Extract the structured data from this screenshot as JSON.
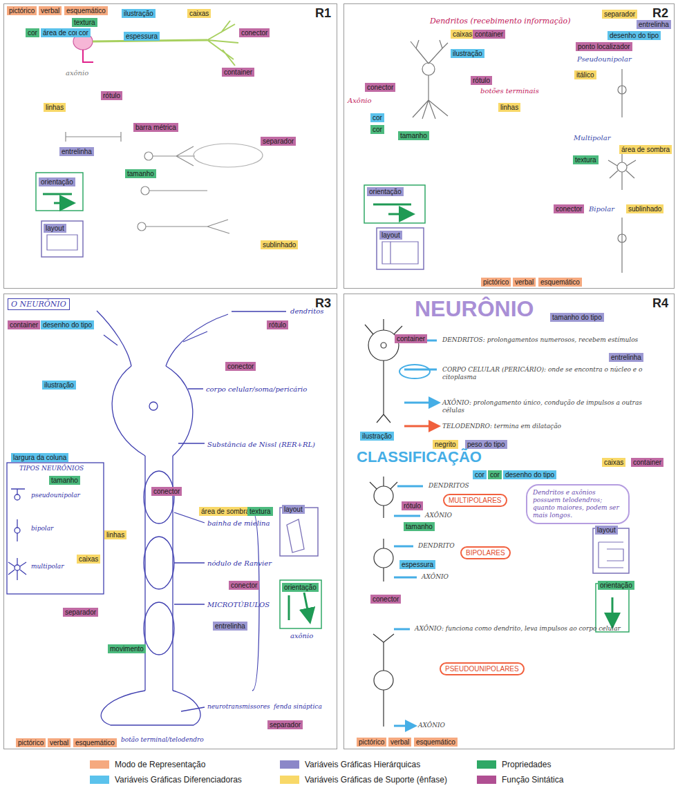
{
  "diagram": {
    "nodes": [
      {
        "text": [
          "R1"
        ]
      },
      {
        "text": [
          "pictórico"
        ],
        "in": 0
      },
      {
        "text": [
          "verbal"
        ],
        "in": 0
      },
      {
        "text": [
          "esquemático"
        ],
        "in": 0
      },
      {
        "text": [
          "textura"
        ],
        "in": 0
      },
      {
        "text": [
          "ilustração"
        ],
        "in": 0
      },
      {
        "text": [
          "caixas"
        ],
        "in": 0
      },
      {
        "text": [
          "cor"
        ],
        "in": 0
      },
      {
        "text": [
          "área de cor"
        ],
        "in": 0
      },
      {
        "text": [
          "cor"
        ],
        "in": 0
      },
      {
        "text": [
          "espessura"
        ],
        "in": 0
      },
      {
        "text": [
          "conector"
        ],
        "in": 0
      },
      {
        "text": [
          "container"
        ],
        "in": 0
      },
      {
        "text": [
          "rótulo"
        ],
        "in": 0
      },
      {
        "text": [
          "linhas"
        ],
        "in": 0
      },
      {
        "text": [
          "barra métrica"
        ],
        "in": 0
      },
      {
        "text": [
          "entrelinha"
        ],
        "in": 0
      },
      {
        "text": [
          "separador"
        ],
        "in": 0
      },
      {
        "text": [
          "tamanho"
        ],
        "in": 0
      },
      {
        "text": [
          "orientação"
        ],
        "in": 0
      },
      {
        "text": [
          "layout"
        ],
        "in": 0
      },
      {
        "text": [
          "sublinhado"
        ],
        "in": 0
      },
      {
        "text": [
          "R2"
        ]
      },
      {
        "text": [
          "separador"
        ],
        "in": 22
      },
      {
        "text": [
          "entrelinha"
        ],
        "in": 22
      },
      {
        "text": [
          "caixas"
        ],
        "in": 22
      },
      {
        "text": [
          "container"
        ],
        "in": 22
      },
      {
        "text": [
          "desenho do tipo"
        ],
        "in": 22
      },
      {
        "text": [
          "ponto localizador"
        ],
        "in": 22
      },
      {
        "text": [
          "ilustração"
        ],
        "in": 22
      },
      {
        "text": [
          "rótulo"
        ],
        "in": 22
      },
      {
        "text": [
          "itálico"
        ],
        "in": 22
      },
      {
        "text": [
          "conector"
        ],
        "in": 22
      },
      {
        "text": [
          "linhas"
        ],
        "in": 22
      },
      {
        "text": [
          "cor"
        ],
        "in": 22
      },
      {
        "text": [
          "cor"
        ],
        "in": 22
      },
      {
        "text": [
          "tamanho"
        ],
        "in": 22
      },
      {
        "text": [
          "área de sombra"
        ],
        "in": 22
      },
      {
        "text": [
          "textura"
        ],
        "in": 22
      },
      {
        "text": [
          "orientação"
        ],
        "in": 22
      },
      {
        "text": [
          "layout"
        ],
        "in": 22
      },
      {
        "text": [
          "conector"
        ],
        "in": 22
      },
      {
        "text": [
          "sublinhado"
        ],
        "in": 22
      },
      {
        "text": [
          "pictórico"
        ],
        "in": 22
      },
      {
        "text": [
          "verbal"
        ],
        "in": 22
      },
      {
        "text": [
          "esquemático"
        ],
        "in": 22
      },
      {
        "text": [
          "R3"
        ]
      },
      {
        "text": [
          "O NEURÔNIO"
        ],
        "in": 46
      },
      {
        "text": [
          "container"
        ],
        "in": 46
      },
      {
        "text": [
          "desenho do tipo"
        ],
        "in": 46
      },
      {
        "text": [
          "rótulo"
        ],
        "in": 46
      },
      {
        "text": [
          "ilustração"
        ],
        "in": 46
      },
      {
        "text": [
          "conector"
        ],
        "in": 46
      },
      {
        "text": [
          "largura da coluna"
        ],
        "in": 46
      },
      {
        "text": [
          "tamanho"
        ],
        "in": 46
      },
      {
        "text": [
          "conector"
        ],
        "in": 46
      },
      {
        "text": [
          "área de sombra"
        ],
        "in": 46
      },
      {
        "text": [
          "textura"
        ],
        "in": 46
      },
      {
        "text": [
          "layout"
        ],
        "in": 46
      },
      {
        "text": [
          "linhas"
        ],
        "in": 46
      },
      {
        "text": [
          "caixas"
        ],
        "in": 46
      },
      {
        "text": [
          "orientação"
        ],
        "in": 46
      },
      {
        "text": [
          "conector"
        ],
        "in": 46
      },
      {
        "text": [
          "separador"
        ],
        "in": 46
      },
      {
        "text": [
          "entrelinha"
        ],
        "in": 46
      },
      {
        "text": [
          "movimento"
        ],
        "in": 46
      },
      {
        "text": [
          "separador"
        ],
        "in": 46
      },
      {
        "text": [
          "pictórico"
        ],
        "in": 46
      },
      {
        "text": [
          "verbal"
        ],
        "in": 46
      },
      {
        "text": [
          "esquemático"
        ],
        "in": 46
      },
      {
        "text": [
          "R4"
        ]
      },
      {
        "text": [
          "tamanho do tipo"
        ],
        "in": 70
      },
      {
        "text": [
          "container"
        ],
        "in": 70
      },
      {
        "text": [
          "entrelinha"
        ],
        "in": 70
      },
      {
        "text": [
          "ilustração"
        ],
        "in": 70
      },
      {
        "text": [
          "negrito"
        ],
        "in": 70
      },
      {
        "text": [
          "peso do tipo"
        ],
        "in": 70
      },
      {
        "text": [
          "caixas"
        ],
        "in": 70
      },
      {
        "text": [
          "container"
        ],
        "in": 70
      },
      {
        "text": [
          "cor"
        ],
        "in": 70
      },
      {
        "text": [
          "cor"
        ],
        "in": 70
      },
      {
        "text": [
          "desenho do tipo"
        ],
        "in": 70
      },
      {
        "text": [
          "Dendritos e axônios possuem telodendros; quanto maiores, podem ser mais longos."
        ],
        "in": 70
      },
      {
        "text": [
          "MULTIPOLARES"
        ],
        "in": 70
      },
      {
        "text": [
          "rótulo"
        ],
        "in": 70
      },
      {
        "text": [
          "layout"
        ],
        "in": 70
      },
      {
        "text": [
          "tamanho"
        ],
        "in": 70
      },
      {
        "text": [
          "BIPOLARES"
        ],
        "in": 70
      },
      {
        "text": [
          "espessura"
        ],
        "in": 70
      },
      {
        "text": [
          "orientação"
        ],
        "in": 70
      },
      {
        "text": [
          "conector"
        ],
        "in": 70
      },
      {
        "text": [
          "PSEUDOUNIPOLARES"
        ],
        "in": 70
      },
      {
        "text": [
          "pictórico"
        ],
        "in": 70
      },
      {
        "text": [
          "verbal"
        ],
        "in": 70
      },
      {
        "text": [
          "esquemático"
        ],
        "in": 70
      }
    ],
    "labels": [
      "axônio",
      "Dendritos (recebimento informação)",
      "botões terminais",
      "Axônio",
      "Pseudounipolar",
      "Multipolar",
      "Bipolar",
      "dendritos",
      "corpo celular/soma/pericário",
      "Substância de Nissl (RER+RL)",
      "bainha de mielina",
      "nódulo de Ranvier",
      "MICROTÚBULOS",
      "axônio",
      "neurotransmissores",
      "fenda sináptica",
      "botão terminal/telodendro",
      "TIPOS NEURÔNIOS",
      "pseudounipolar",
      "bipolar",
      "multipolar",
      "NEURÔNIO",
      "DENDRITOS: prolongamentos numerosos, recebem estímulos",
      "CORPO CELULAR (PERICÁRIO): onde se encontra o núcleo e o citoplasma",
      "AXÔNIO: prolongamento único, condução de impulsos a outras células",
      "TELODENDRO: termina em dilatação",
      "CLASSIFICAÇÃO",
      "DENDRITOS",
      "AXÔNIO",
      "DENDRITO",
      "AXÔNIO",
      "AXÔNIO: funciona como dendrito, leva impulsos ao corpo celular",
      "AXÔNIO"
    ],
    "legend": [
      {
        "text": "Modo de Representação",
        "color": "#f5a97f"
      },
      {
        "text": "Variáveis Gráficas Hierárquicas",
        "color": "#8b87c8"
      },
      {
        "text": "Propriedades",
        "color": "#2fa866"
      },
      {
        "text": "Variáveis Gráficas Diferenciadoras",
        "color": "#5bc2ec"
      },
      {
        "text": "Variáveis Gráficas de Suporte (ênfase)",
        "color": "#f8d868"
      },
      {
        "text": "Função Sintática",
        "color": "#b04f92"
      }
    ]
  }
}
